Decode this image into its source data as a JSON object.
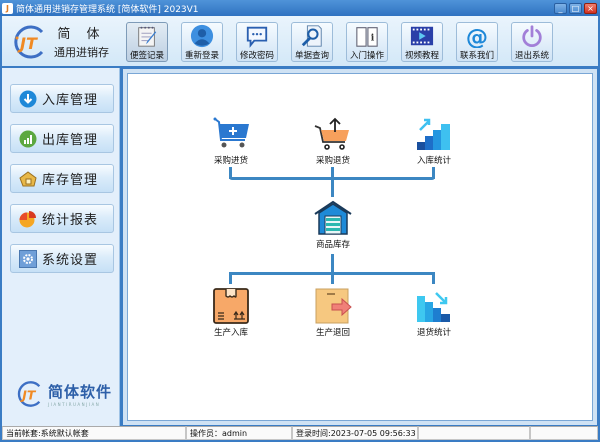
{
  "window": {
    "title": "简体通用进销存管理系统 [简体软件] 2023V1",
    "controls": {
      "minimize": "_",
      "maximize": "□",
      "close": "×"
    }
  },
  "brand": {
    "line1": "简 体",
    "line2": "通用进销存",
    "logo_glyph": "JT"
  },
  "toolbar": {
    "items": [
      {
        "label": "便签记录",
        "icon": "notepad-pencil-icon"
      },
      {
        "label": "重新登录",
        "icon": "user-avatar-icon"
      },
      {
        "label": "修改密码",
        "icon": "chat-password-icon"
      },
      {
        "label": "单据查询",
        "icon": "document-search-icon"
      },
      {
        "label": "入门操作",
        "icon": "book-info-icon"
      },
      {
        "label": "视频教程",
        "icon": "video-play-icon"
      },
      {
        "label": "联系我们",
        "icon": "at-sign-icon"
      },
      {
        "label": "退出系统",
        "icon": "power-icon"
      }
    ]
  },
  "sidebar": {
    "items": [
      {
        "label": "入库管理",
        "icon": "download-arrow-icon"
      },
      {
        "label": "出库管理",
        "icon": "bar-chart-up-icon"
      },
      {
        "label": "库存管理",
        "icon": "house-box-icon"
      },
      {
        "label": "统计报表",
        "icon": "pie-chart-icon"
      },
      {
        "label": "系统设置",
        "icon": "gear-icon"
      }
    ],
    "footer_logo": {
      "main": "简体软件",
      "sub": "JIANTIRUANJIAN"
    }
  },
  "flow": {
    "top": [
      {
        "label": "采购进货",
        "icon": "cart-add-icon"
      },
      {
        "label": "采购退货",
        "icon": "cart-return-icon"
      },
      {
        "label": "入库统计",
        "icon": "stats-up-icon"
      }
    ],
    "center": {
      "label": "商品库存",
      "icon": "warehouse-icon"
    },
    "bottom": [
      {
        "label": "生产入库",
        "icon": "box-in-icon"
      },
      {
        "label": "生产退回",
        "icon": "box-return-icon"
      },
      {
        "label": "退货统计",
        "icon": "stats-down-icon"
      }
    ]
  },
  "statusbar": {
    "account": "当前帐套:系统默认帐套",
    "operator": "操作员：admin",
    "login_time": "登录时间:2023-07-05 09:56:33",
    "extra1": "",
    "extra2": ""
  },
  "colors": {
    "accent": "#3a7cc4",
    "line": "#3c87c2",
    "orange": "#f7a05c",
    "blue": "#2a78d0"
  }
}
